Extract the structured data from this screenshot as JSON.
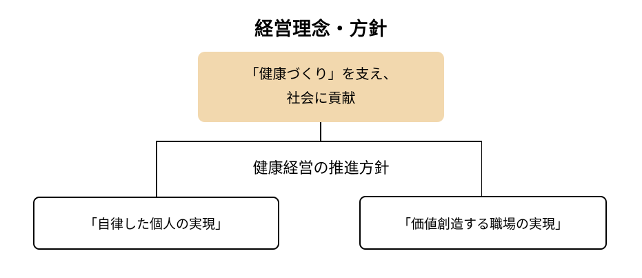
{
  "colors": {
    "background": "#ffffff",
    "top_box_fill": "#f2d8ae",
    "line": "#000000",
    "text": "#000000"
  },
  "diagram": {
    "title": "経営理念・方針",
    "philosophy_box": {
      "line1": "「健康づくり」を支え、",
      "line2": "社会に貢献"
    },
    "branch_label": "健康経営の推進方針",
    "goals": [
      {
        "label": "「自律した個人の実現」"
      },
      {
        "label": "「価値創造する職場の実現」"
      }
    ]
  }
}
